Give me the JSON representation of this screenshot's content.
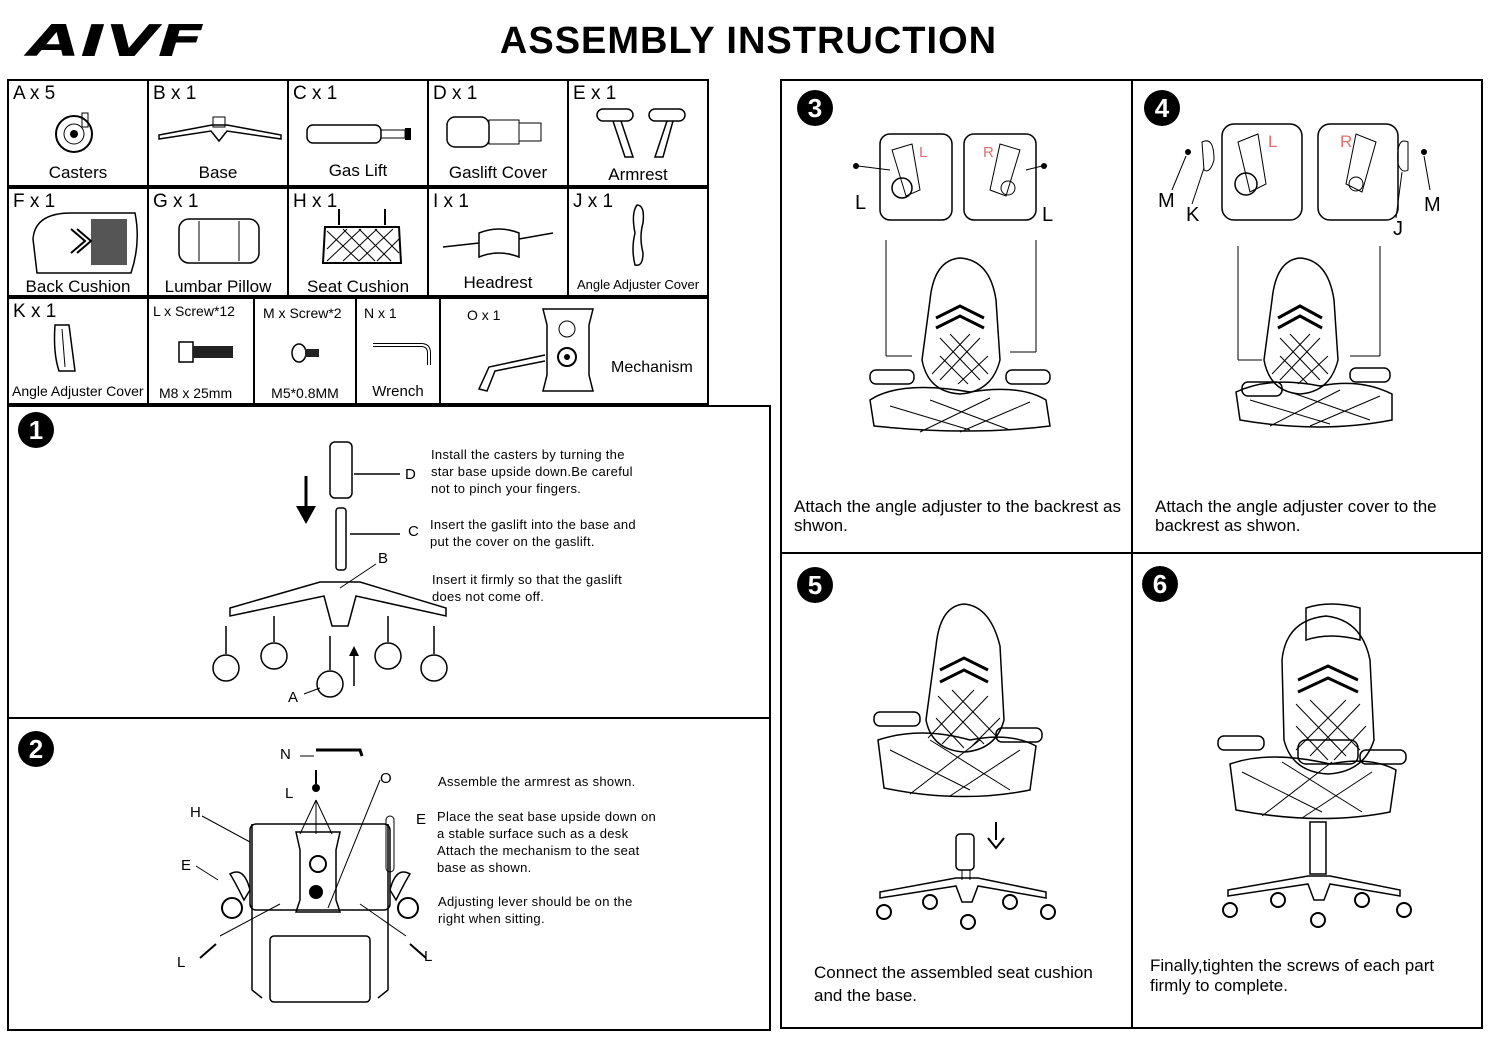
{
  "header": {
    "brand": "AIVF",
    "title": "ASSEMBLY  INSTRUCTION"
  },
  "parts": [
    {
      "id": "A x 5",
      "name": "Casters"
    },
    {
      "id": "B x 1",
      "name": "Base"
    },
    {
      "id": "C x 1",
      "name": "Gas Lift"
    },
    {
      "id": "D x 1",
      "name": "Gaslift Cover"
    },
    {
      "id": "E x 1",
      "name": "Armrest"
    },
    {
      "id": "F x 1",
      "name": "Back Cushion"
    },
    {
      "id": "G x 1",
      "name": "Lumbar Pillow"
    },
    {
      "id": "H x 1",
      "name": "Seat Cushion"
    },
    {
      "id": "I x 1",
      "name": "Headrest"
    },
    {
      "id": "J x 1",
      "name": "Angle Adjuster Cover"
    },
    {
      "id": "K x 1",
      "name": "Angle Adjuster Cover"
    },
    {
      "id": "L x Screw*12",
      "name": "M8 x 25mm"
    },
    {
      "id": "M x Screw*2",
      "name": "M5*0.8MM"
    },
    {
      "id": "N x 1",
      "name": "Wrench"
    },
    {
      "id": "O x 1",
      "name": "Mechanism"
    }
  ],
  "steps": {
    "s1": {
      "number": "1",
      "notes": [
        "Install the casters by turning the star base upside down.Be careful not to pinch your fingers.",
        "Insert the gaslift into the base and put the cover on the gaslift.",
        "Insert it firmly so that the gaslift does not come off."
      ],
      "labels": {
        "d": "D",
        "c": "C",
        "b": "B",
        "a": "A"
      }
    },
    "s2": {
      "number": "2",
      "notes": [
        "Assemble the armrest as shown.",
        "Place the seat base upside down on a stable surface such as a desk Attach the mechanism to the seat base as shown.",
        "Adjusting lever should be on the right when sitting."
      ],
      "labels": {
        "n": "N",
        "l1": "L",
        "o": "O",
        "h": "H",
        "e1": "E",
        "e2": "E",
        "l2": "L",
        "l3": "L"
      }
    },
    "s3": {
      "number": "3",
      "caption": "Attach the angle adjuster to the backrest as shwon.",
      "labels": {
        "l1": "L",
        "l2": "L",
        "left": "L",
        "right": "R"
      }
    },
    "s4": {
      "number": "4",
      "caption": "Attach the angle adjuster cover to the backrest as shwon.",
      "labels": {
        "m1": "M",
        "k": "K",
        "m2": "M",
        "j": "J",
        "left": "L",
        "right": "R"
      }
    },
    "s5": {
      "number": "5",
      "caption": "Connect the assembled seat cushion and the base."
    },
    "s6": {
      "number": "6",
      "caption": "Finally,tighten the screws of each part firmly to complete."
    }
  }
}
